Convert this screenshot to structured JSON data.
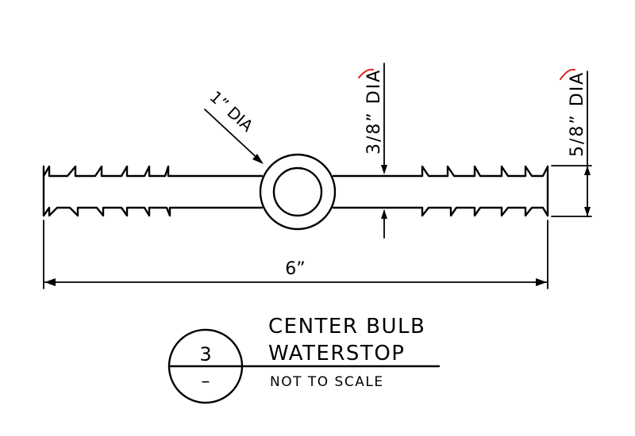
{
  "dimensions": {
    "bulb_diameter": "1” DIA",
    "thickness_label": "3/8” DIA",
    "height_label": "5/8” DIA",
    "overall_width": "6”"
  },
  "title_block": {
    "detail_number": "3",
    "sheet_ref": "–",
    "title_line1": "CENTER BULB",
    "title_line2": "WATERSTOP",
    "scale_note": "NOT TO SCALE"
  },
  "colors": {
    "linework": "#000000",
    "strike_mark": "#e0261c"
  }
}
